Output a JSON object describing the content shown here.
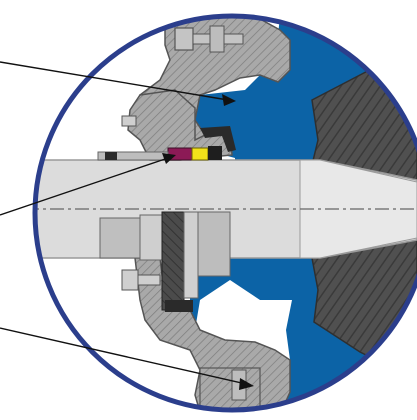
{
  "figure": {
    "kind": "mechanical-seal-cross-section",
    "colors": {
      "background": "#ffffff",
      "ring": "#2b3e8c",
      "liquid": "#0c63a6",
      "shaft": "#dcdcdc",
      "shaft_edge": "#9a9a9a",
      "housing": "#a9a9a9",
      "housing_hatch": "#6e6e6e",
      "impeller": "#4a4a4a",
      "dark_part": "#2a2a2a",
      "face_magenta": "#8c1a56",
      "face_yellow": "#f2e21a",
      "leader": "#111111"
    },
    "leaders": [
      {
        "name": "leader-upper",
        "target": "pump-chamber"
      },
      {
        "name": "leader-middle",
        "target": "seal-faces"
      },
      {
        "name": "leader-lower",
        "target": "gland-plate"
      }
    ]
  }
}
